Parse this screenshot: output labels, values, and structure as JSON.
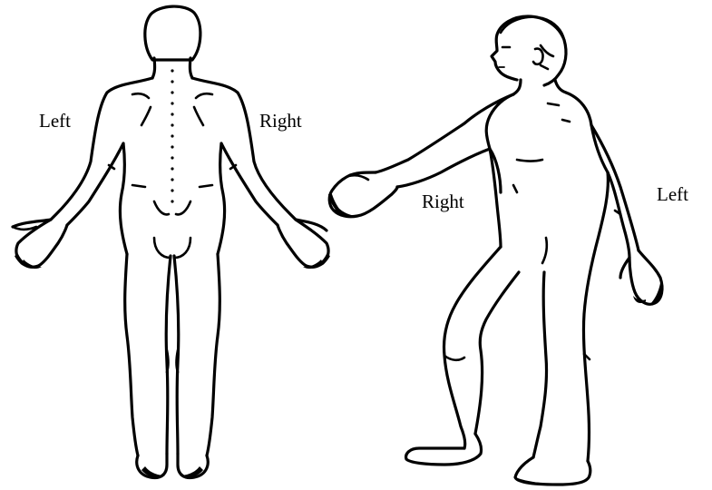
{
  "figures": {
    "back_view": {
      "label_left": "Left",
      "label_right": "Right"
    },
    "side_view": {
      "label_right": "Right",
      "label_left": "Left"
    }
  },
  "colors": {
    "line": "#000000",
    "background": "#ffffff"
  }
}
